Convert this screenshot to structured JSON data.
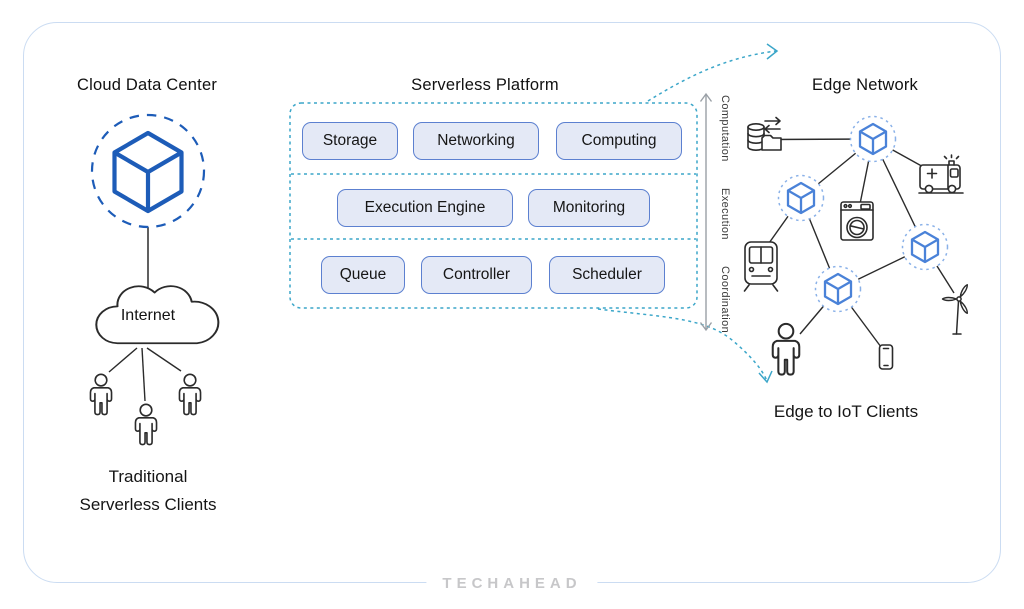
{
  "diagram": {
    "cloud": {
      "title": "Cloud Data Center",
      "internet": "Internet",
      "clients_line1": "Traditional",
      "clients_line2": "Serverless Clients"
    },
    "platform": {
      "title": "Serverless Platform",
      "layers": [
        {
          "name": "Computation",
          "components": [
            "Storage",
            "Networking",
            "Computing"
          ]
        },
        {
          "name": "Execution",
          "components": [
            "Execution Engine",
            "Monitoring"
          ]
        },
        {
          "name": "Coordination",
          "components": [
            "Queue",
            "Controller",
            "Scheduler"
          ]
        }
      ]
    },
    "edge": {
      "title": "Edge Network",
      "caption": "Edge to IoT Clients",
      "node_icon": "cube-node-icon",
      "device_icons": [
        "database-icon",
        "ambulance-icon",
        "washing-machine-icon",
        "train-icon",
        "wind-turbine-icon",
        "person-icon",
        "smartphone-icon"
      ]
    },
    "footer": {
      "logo": "TECHAHEAD"
    },
    "colors": {
      "primary_blue": "#1d5cb8",
      "node_blue": "#4a82d8",
      "node_ring": "#8ab1e8",
      "teal_dash": "#3ba6c9",
      "box_fill": "#e4e9f6",
      "box_border": "#5c80d0",
      "frame_border": "#cbdcf2",
      "icon_stroke": "#2b2b2b",
      "arrow_gray": "#9aa0a6",
      "logo_gray": "#c7c7c9"
    }
  }
}
